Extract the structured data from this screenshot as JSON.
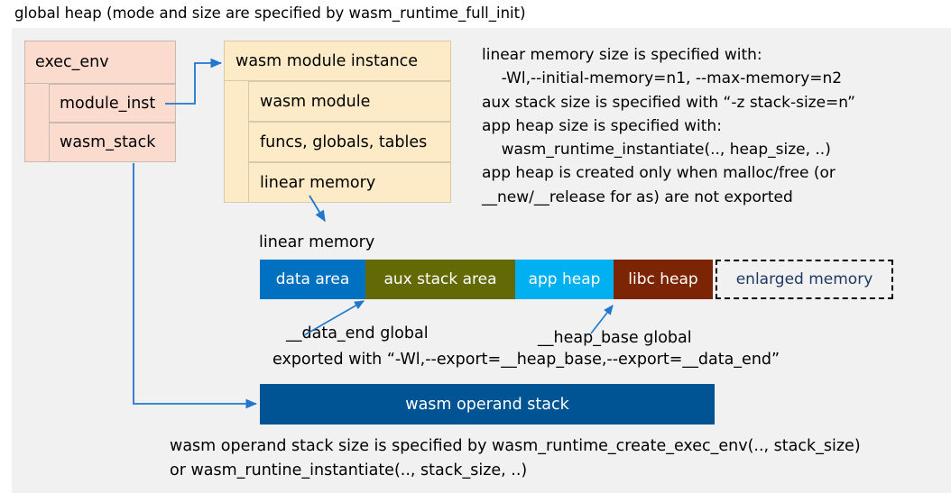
{
  "title": "global heap (mode and size are specified by wasm_runtime_full_init)",
  "exec_env": {
    "title": "exec_env",
    "fields": [
      {
        "label": "module_inst"
      },
      {
        "label": "wasm_stack"
      }
    ]
  },
  "wasm_module_instance": {
    "title": "wasm module instance",
    "fields": [
      {
        "label": "wasm module"
      },
      {
        "label": "funcs, globals, tables"
      },
      {
        "label": "linear memory"
      }
    ]
  },
  "runtime_notes": "linear memory size is specified with:\n    -Wl,--initial-memory=n1, --max-memory=n2\naux stack size is specified with “-z stack-size=n”\napp heap size is specified with:\n    wasm_runtime_instantiate(.., heap_size, ..)\napp heap is created only when malloc/free (or\n__new/__release for as) are not exported",
  "linear_memory": {
    "caption": "linear memory",
    "segments": [
      {
        "label": "data area",
        "color": "#0070C0",
        "width": 117,
        "style": "solid"
      },
      {
        "label": "aux stack area",
        "color": "#636A05",
        "width": 166,
        "style": "solid"
      },
      {
        "label": "app heap",
        "color": "#00B0F0",
        "width": 109,
        "style": "solid"
      },
      {
        "label": "libc heap",
        "color": "#7B2504",
        "width": 110,
        "style": "solid"
      },
      {
        "label": "enlarged memory",
        "color": "#f1f1f1",
        "width": 197,
        "style": "dashed"
      }
    ]
  },
  "annotations": {
    "data_end": "__data_end global",
    "heap_base": "__heap_base global",
    "exported_with": "exported with “-Wl,--export=__heap_base,--export=__data_end”"
  },
  "operand_stack": {
    "label": "wasm operand stack",
    "notes": "wasm operand stack size is specified by wasm_runtime_create_exec_env(.., stack_size)\nor wasm_runtine_instantiate(.., stack_size, ..)"
  },
  "colors": {
    "panel_bg": "#f1f1f1",
    "exec_env_fill": "#fbdbce",
    "module_fill": "#fdeac7",
    "connector": "#1f77d0",
    "operand_stack_fill": "#005494"
  }
}
